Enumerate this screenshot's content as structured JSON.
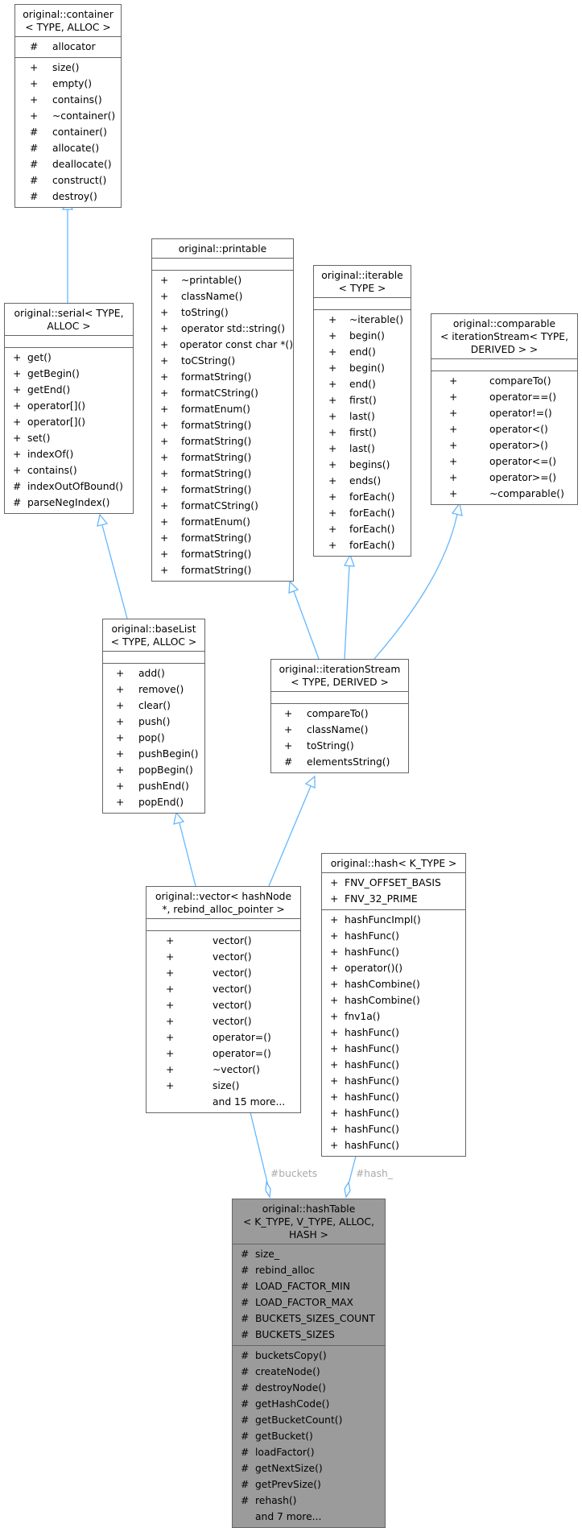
{
  "classes": {
    "container": {
      "title": [
        "original::container",
        "< TYPE, ALLOC >"
      ],
      "sections": [
        [
          {
            "v": "#",
            "n": "allocator"
          }
        ],
        [
          {
            "v": "+",
            "n": "size()"
          },
          {
            "v": "+",
            "n": "empty()"
          },
          {
            "v": "+",
            "n": "contains()"
          },
          {
            "v": "+",
            "n": "~container()"
          },
          {
            "v": "#",
            "n": "container()"
          },
          {
            "v": "#",
            "n": "allocate()"
          },
          {
            "v": "#",
            "n": "deallocate()"
          },
          {
            "v": "#",
            "n": "construct()"
          },
          {
            "v": "#",
            "n": "destroy()"
          }
        ]
      ]
    },
    "printable": {
      "title": [
        "original::printable"
      ],
      "sections": [
        [],
        [
          {
            "v": "+",
            "n": "~printable()"
          },
          {
            "v": "+",
            "n": "className()"
          },
          {
            "v": "+",
            "n": "toString()"
          },
          {
            "v": "+",
            "n": "operator std::string()"
          },
          {
            "v": "+",
            "n": "operator const char *()"
          },
          {
            "v": "+",
            "n": "toCString()"
          },
          {
            "v": "+",
            "n": "formatString()"
          },
          {
            "v": "+",
            "n": "formatCString()"
          },
          {
            "v": "+",
            "n": "formatEnum()"
          },
          {
            "v": "+",
            "n": "formatString()"
          },
          {
            "v": "+",
            "n": "formatString()"
          },
          {
            "v": "+",
            "n": "formatString()"
          },
          {
            "v": "+",
            "n": "formatString()"
          },
          {
            "v": "+",
            "n": "formatString()"
          },
          {
            "v": "+",
            "n": "formatCString()"
          },
          {
            "v": "+",
            "n": "formatEnum()"
          },
          {
            "v": "+",
            "n": "formatString()"
          },
          {
            "v": "+",
            "n": "formatString()"
          },
          {
            "v": "+",
            "n": "formatString()"
          }
        ]
      ]
    },
    "iterable": {
      "title": [
        "original::iterable",
        "< TYPE >"
      ],
      "sections": [
        [],
        [
          {
            "v": "+",
            "n": "~iterable()"
          },
          {
            "v": "+",
            "n": "begin()"
          },
          {
            "v": "+",
            "n": "end()"
          },
          {
            "v": "+",
            "n": "begin()"
          },
          {
            "v": "+",
            "n": "end()"
          },
          {
            "v": "+",
            "n": "first()"
          },
          {
            "v": "+",
            "n": "last()"
          },
          {
            "v": "+",
            "n": "first()"
          },
          {
            "v": "+",
            "n": "last()"
          },
          {
            "v": "+",
            "n": "begins()"
          },
          {
            "v": "+",
            "n": "ends()"
          },
          {
            "v": "+",
            "n": "forEach()"
          },
          {
            "v": "+",
            "n": "forEach()"
          },
          {
            "v": "+",
            "n": "forEach()"
          },
          {
            "v": "+",
            "n": "forEach()"
          }
        ]
      ]
    },
    "comparable": {
      "title": [
        "original::comparable",
        "< iterationStream< TYPE,",
        "DERIVED > >"
      ],
      "sections": [
        [],
        [
          {
            "v": "+",
            "n": "compareTo()"
          },
          {
            "v": "+",
            "n": "operator==()"
          },
          {
            "v": "+",
            "n": "operator!=()"
          },
          {
            "v": "+",
            "n": "operator<()"
          },
          {
            "v": "+",
            "n": "operator>()"
          },
          {
            "v": "+",
            "n": "operator<=()"
          },
          {
            "v": "+",
            "n": "operator>=()"
          },
          {
            "v": "+",
            "n": "~comparable()"
          }
        ]
      ]
    },
    "serial": {
      "title": [
        "original::serial< TYPE,",
        "ALLOC >"
      ],
      "sections": [
        [],
        [
          {
            "v": "+",
            "n": "get()"
          },
          {
            "v": "+",
            "n": "getBegin()"
          },
          {
            "v": "+",
            "n": "getEnd()"
          },
          {
            "v": "+",
            "n": "operator[]()"
          },
          {
            "v": "+",
            "n": "operator[]()"
          },
          {
            "v": "+",
            "n": "set()"
          },
          {
            "v": "+",
            "n": "indexOf()"
          },
          {
            "v": "+",
            "n": "contains()"
          },
          {
            "v": "#",
            "n": "indexOutOfBound()"
          },
          {
            "v": "#",
            "n": "parseNegIndex()"
          }
        ]
      ]
    },
    "baseList": {
      "title": [
        "original::baseList",
        "< TYPE, ALLOC >"
      ],
      "sections": [
        [],
        [
          {
            "v": "+",
            "n": "add()"
          },
          {
            "v": "+",
            "n": "remove()"
          },
          {
            "v": "+",
            "n": "clear()"
          },
          {
            "v": "+",
            "n": "push()"
          },
          {
            "v": "+",
            "n": "pop()"
          },
          {
            "v": "+",
            "n": "pushBegin()"
          },
          {
            "v": "+",
            "n": "popBegin()"
          },
          {
            "v": "+",
            "n": "pushEnd()"
          },
          {
            "v": "+",
            "n": "popEnd()"
          }
        ]
      ]
    },
    "iterationStream": {
      "title": [
        "original::iterationStream",
        "< TYPE, DERIVED >"
      ],
      "sections": [
        [],
        [
          {
            "v": "+",
            "n": "compareTo()"
          },
          {
            "v": "+",
            "n": "className()"
          },
          {
            "v": "+",
            "n": "toString()"
          },
          {
            "v": "#",
            "n": "elementsString()"
          }
        ]
      ]
    },
    "vector": {
      "title": [
        "original::vector< hashNode",
        "*, rebind_alloc_pointer >"
      ],
      "sections": [
        [],
        [
          {
            "v": "+",
            "n": "vector()"
          },
          {
            "v": "+",
            "n": "vector()"
          },
          {
            "v": "+",
            "n": "vector()"
          },
          {
            "v": "+",
            "n": "vector()"
          },
          {
            "v": "+",
            "n": "vector()"
          },
          {
            "v": "+",
            "n": "vector()"
          },
          {
            "v": "+",
            "n": "operator=()"
          },
          {
            "v": "+",
            "n": "operator=()"
          },
          {
            "v": "+",
            "n": "~vector()"
          },
          {
            "v": "+",
            "n": "size()"
          },
          {
            "v": "",
            "n": "and 15 more..."
          }
        ]
      ]
    },
    "hash": {
      "title": [
        "original::hash< K_TYPE >"
      ],
      "sections": [
        [
          {
            "v": "+",
            "n": "FNV_OFFSET_BASIS"
          },
          {
            "v": "+",
            "n": "FNV_32_PRIME"
          }
        ],
        [
          {
            "v": "+",
            "n": "hashFuncImpl()"
          },
          {
            "v": "+",
            "n": "hashFunc()"
          },
          {
            "v": "+",
            "n": "hashFunc()"
          },
          {
            "v": "+",
            "n": "operator()()"
          },
          {
            "v": "+",
            "n": "hashCombine()"
          },
          {
            "v": "+",
            "n": "hashCombine()"
          },
          {
            "v": "+",
            "n": "fnv1a()"
          },
          {
            "v": "+",
            "n": "hashFunc()"
          },
          {
            "v": "+",
            "n": "hashFunc()"
          },
          {
            "v": "+",
            "n": "hashFunc()"
          },
          {
            "v": "+",
            "n": "hashFunc()"
          },
          {
            "v": "+",
            "n": "hashFunc()"
          },
          {
            "v": "+",
            "n": "hashFunc()"
          },
          {
            "v": "+",
            "n": "hashFunc()"
          },
          {
            "v": "+",
            "n": "hashFunc()"
          }
        ]
      ]
    },
    "hashTable": {
      "title": [
        "original::hashTable",
        "< K_TYPE, V_TYPE, ALLOC,",
        "HASH >"
      ],
      "sections": [
        [
          {
            "v": "#",
            "n": "size_"
          },
          {
            "v": "#",
            "n": "rebind_alloc"
          },
          {
            "v": "#",
            "n": "LOAD_FACTOR_MIN"
          },
          {
            "v": "#",
            "n": "LOAD_FACTOR_MAX"
          },
          {
            "v": "#",
            "n": "BUCKETS_SIZES_COUNT"
          },
          {
            "v": "#",
            "n": "BUCKETS_SIZES"
          }
        ],
        [
          {
            "v": "#",
            "n": "bucketsCopy()"
          },
          {
            "v": "#",
            "n": "createNode()"
          },
          {
            "v": "#",
            "n": "destroyNode()"
          },
          {
            "v": "#",
            "n": "getHashCode()"
          },
          {
            "v": "#",
            "n": "getBucketCount()"
          },
          {
            "v": "#",
            "n": "getBucket()"
          },
          {
            "v": "#",
            "n": "loadFactor()"
          },
          {
            "v": "#",
            "n": "getNextSize()"
          },
          {
            "v": "#",
            "n": "getPrevSize()"
          },
          {
            "v": "#",
            "n": "rehash()"
          },
          {
            "v": "",
            "n": "and 7 more..."
          }
        ]
      ]
    }
  },
  "edge_labels": {
    "buckets": "#buckets",
    "hash": "#hash_"
  },
  "colors": {
    "edge": "#63b8ff",
    "border": "#666666",
    "focus_fill": "#9b9b9b",
    "edge_label": "#aaaaaa"
  }
}
